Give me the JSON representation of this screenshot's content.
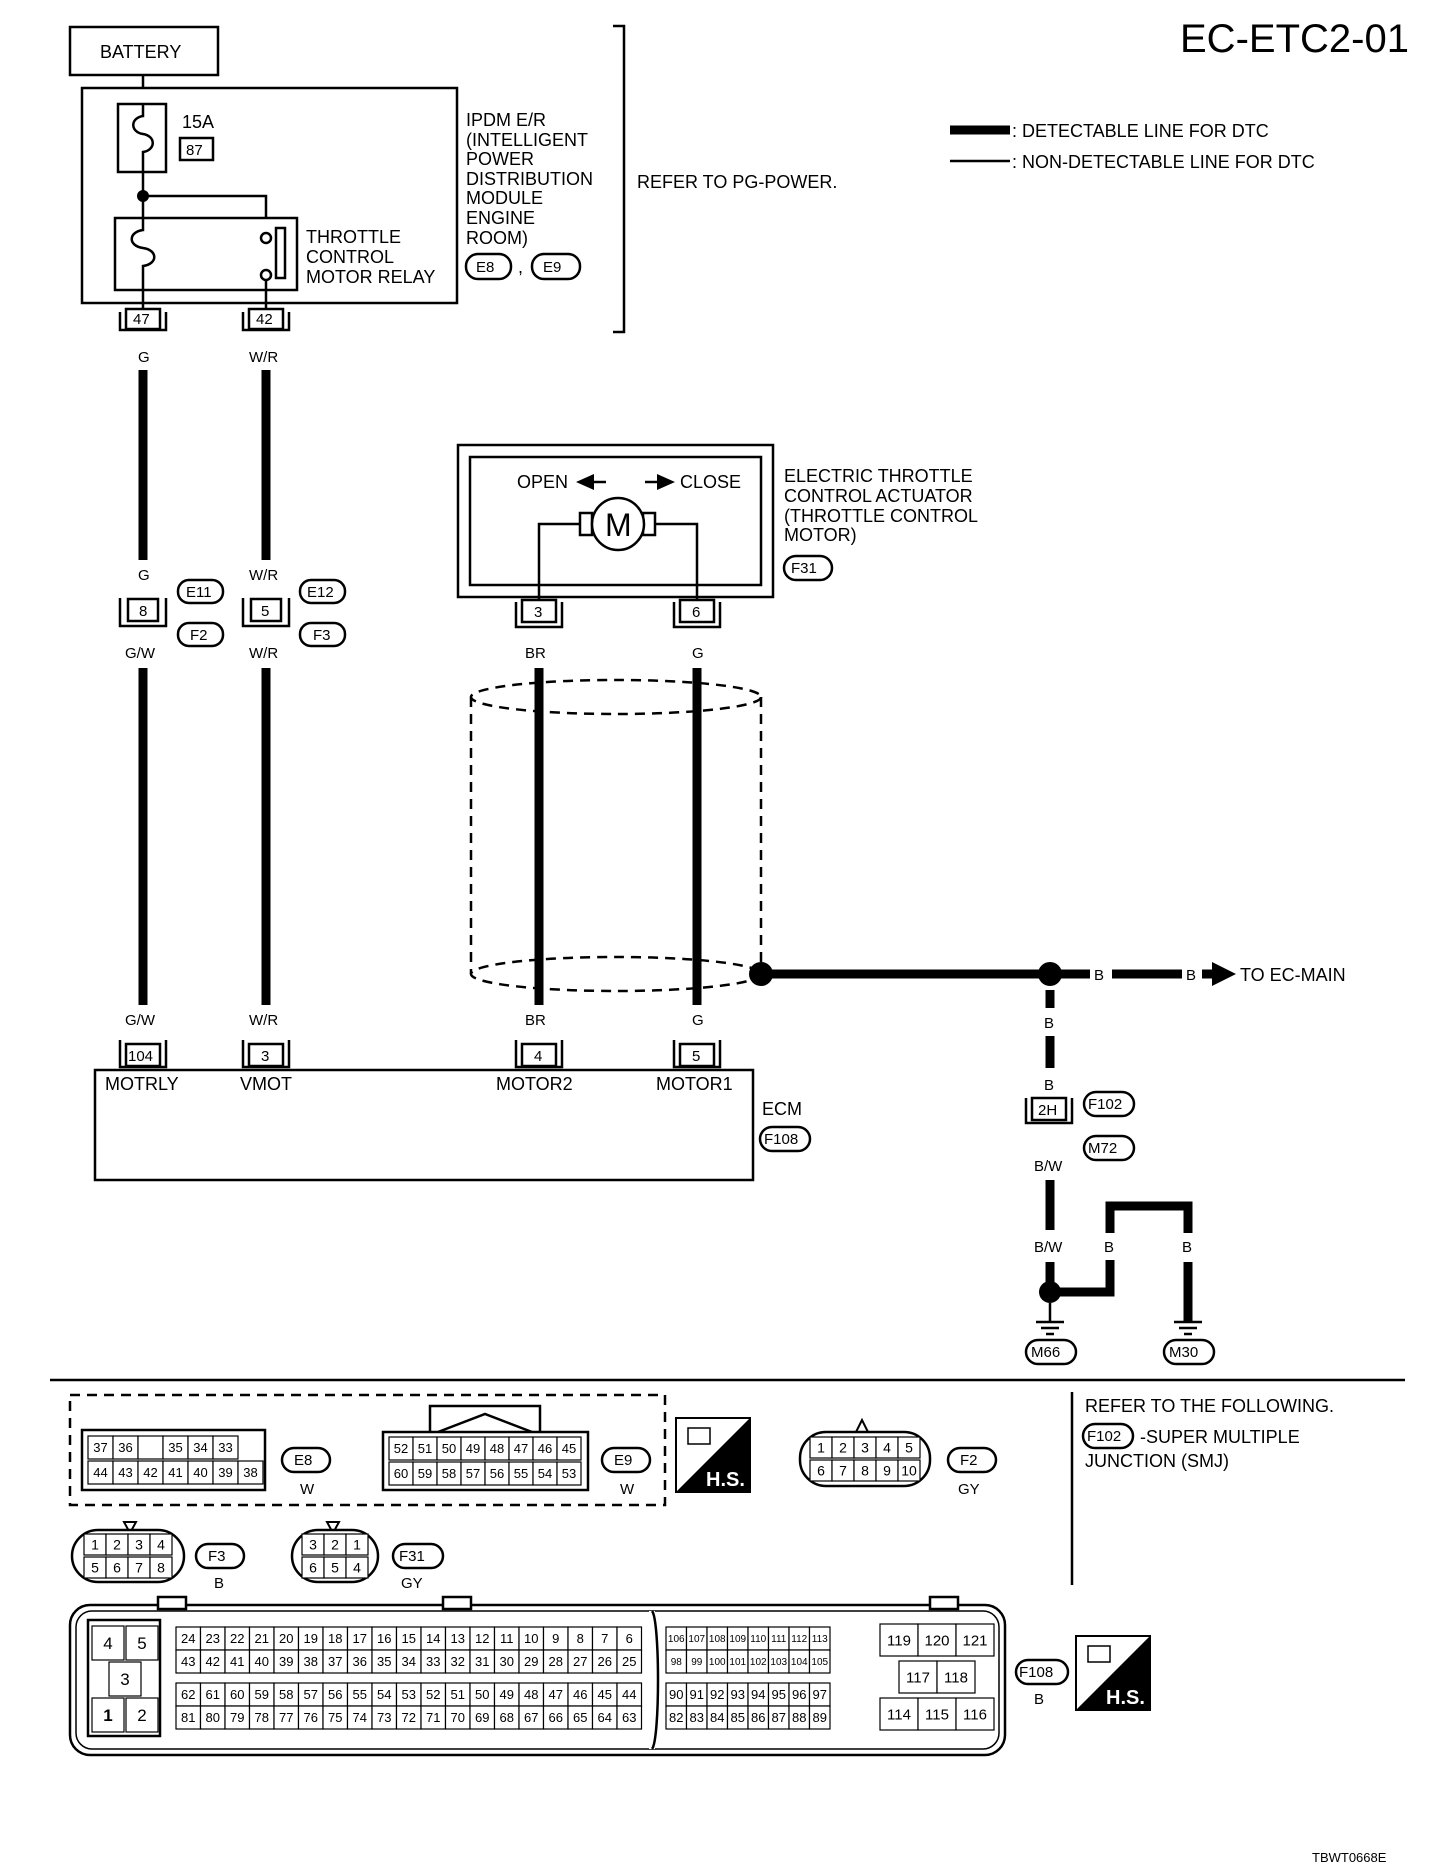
{
  "diagram_id": "EC-ETC2-01",
  "legend": {
    "detectable": ": DETECTABLE LINE FOR DTC",
    "non_detectable": ": NON-DETECTABLE LINE FOR DTC"
  },
  "battery": "BATTERY",
  "fuse": {
    "rating": "15A",
    "number": "87"
  },
  "ipdm": {
    "lines": [
      "IPDM E/R",
      "(INTELLIGENT",
      " POWER",
      " DISTRIBUTION",
      " MODULE",
      " ENGINE",
      " ROOM)"
    ],
    "connectors": [
      "E8",
      "E9"
    ],
    "refer": "REFER TO PG-POWER."
  },
  "relay": {
    "lines": [
      "THROTTLE",
      "CONTROL",
      "MOTOR RELAY"
    ],
    "pins": [
      "47",
      "42"
    ]
  },
  "wires": {
    "g": "G",
    "wr": "W/R",
    "gw": "G/W",
    "br": "BR",
    "b": "B",
    "bw": "B/W"
  },
  "joint_connectors": {
    "e11": "E11",
    "e12": "E12",
    "f2": "F2",
    "f3": "F3",
    "pin8": "8",
    "pin5": "5"
  },
  "actuator": {
    "open": "OPEN",
    "close": "CLOSE",
    "motor_symbol": "M",
    "lines": [
      "ELECTRIC THROTTLE",
      "CONTROL ACTUATOR",
      "(THROTTLE CONTROL",
      " MOTOR)"
    ],
    "connector": "F31",
    "pins": [
      "3",
      "6"
    ]
  },
  "ecm": {
    "name": "ECM",
    "connector": "F108",
    "pins": [
      {
        "num": "104",
        "name": "MOTRLY"
      },
      {
        "num": "3",
        "name": "VMOT"
      },
      {
        "num": "4",
        "name": "MOTOR2"
      },
      {
        "num": "5",
        "name": "MOTOR1"
      }
    ]
  },
  "to_ec_main": "TO EC-MAIN",
  "smj": {
    "pin": "2H",
    "connectors": [
      "F102",
      "M72"
    ]
  },
  "grounds": [
    "M66",
    "M30"
  ],
  "connector_views": {
    "e8": {
      "label": "E8",
      "color": "W",
      "row1": [
        "37",
        "36",
        "",
        "35",
        "34",
        "33"
      ],
      "row2": [
        "44",
        "43",
        "42",
        "41",
        "40",
        "39",
        "38"
      ]
    },
    "e9": {
      "label": "E9",
      "color": "W",
      "row1": [
        "52",
        "51",
        "50",
        "49",
        "48",
        "47",
        "46",
        "45"
      ],
      "row2": [
        "60",
        "59",
        "58",
        "57",
        "56",
        "55",
        "54",
        "53"
      ]
    },
    "hs": "H.S.",
    "f2": {
      "label": "F2",
      "color": "GY",
      "row1": [
        "1",
        "2",
        "3",
        "4",
        "5"
      ],
      "row2": [
        "6",
        "7",
        "8",
        "9",
        "10"
      ]
    },
    "f3": {
      "label": "F3",
      "color": "B",
      "row1": [
        "1",
        "2",
        "3",
        "4"
      ],
      "row2": [
        "5",
        "6",
        "7",
        "8"
      ]
    },
    "f31": {
      "label": "F31",
      "color": "GY",
      "row1": [
        "3",
        "2",
        "1"
      ],
      "row2": [
        "6",
        "5",
        "4"
      ]
    },
    "f108": {
      "label": "F108",
      "color": "B",
      "left_block": [
        "4",
        "5",
        "3",
        "1",
        "2"
      ],
      "a1": [
        "24",
        "23",
        "22",
        "21",
        "20",
        "19",
        "18",
        "17",
        "16",
        "15",
        "14",
        "13",
        "12",
        "11",
        "10",
        "9",
        "8",
        "7",
        "6"
      ],
      "a2": [
        "43",
        "42",
        "41",
        "40",
        "39",
        "38",
        "37",
        "36",
        "35",
        "34",
        "33",
        "32",
        "31",
        "30",
        "29",
        "28",
        "27",
        "26",
        "25"
      ],
      "a3": [
        "62",
        "61",
        "60",
        "59",
        "58",
        "57",
        "56",
        "55",
        "54",
        "53",
        "52",
        "51",
        "50",
        "49",
        "48",
        "47",
        "46",
        "45",
        "44"
      ],
      "a4": [
        "81",
        "80",
        "79",
        "78",
        "77",
        "76",
        "75",
        "74",
        "73",
        "72",
        "71",
        "70",
        "69",
        "68",
        "67",
        "66",
        "65",
        "64",
        "63"
      ],
      "b1": [
        "106",
        "107",
        "108",
        "109",
        "110",
        "111",
        "112",
        "113"
      ],
      "b2": [
        "98",
        "99",
        "100",
        "101",
        "102",
        "103",
        "104",
        "105"
      ],
      "b3": [
        "90",
        "91",
        "92",
        "93",
        "94",
        "95",
        "96",
        "97"
      ],
      "b4": [
        "82",
        "83",
        "84",
        "85",
        "86",
        "87",
        "88",
        "89"
      ],
      "c1": [
        "119",
        "120",
        "121"
      ],
      "c2": [
        "117",
        "118"
      ],
      "c3": [
        "114",
        "115",
        "116"
      ]
    }
  },
  "refer_following": {
    "heading": "REFER TO THE FOLLOWING.",
    "connector": "F102",
    "desc1": "-SUPER MULTIPLE",
    "desc2": "JUNCTION (SMJ)"
  },
  "footer_code": "TBWT0668E"
}
